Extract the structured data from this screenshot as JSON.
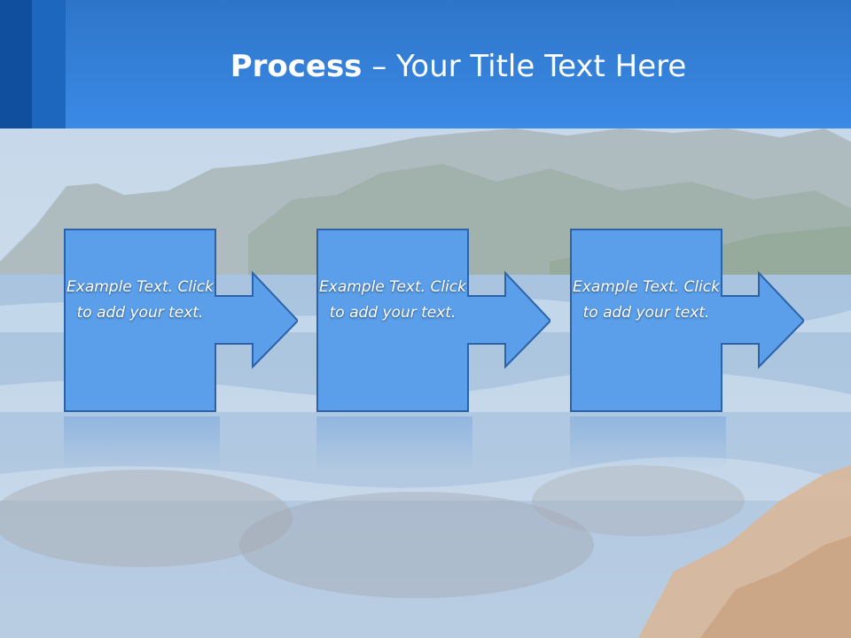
{
  "slide": {
    "title_bold": "Process",
    "title_rest": " – Your Title Text Here"
  },
  "steps": [
    {
      "text": "Example Text. Click  to add your text."
    },
    {
      "text": "Example Text. Click  to add your text."
    },
    {
      "text": "Example Text. Click  to add your text."
    }
  ],
  "colors": {
    "header": "#3a8ae6",
    "header_dark": "#0f4f9d",
    "box_fill": "#5b9fea",
    "box_border": "#2b62a8"
  },
  "icons": {
    "arrow": "right-arrow-icon"
  }
}
